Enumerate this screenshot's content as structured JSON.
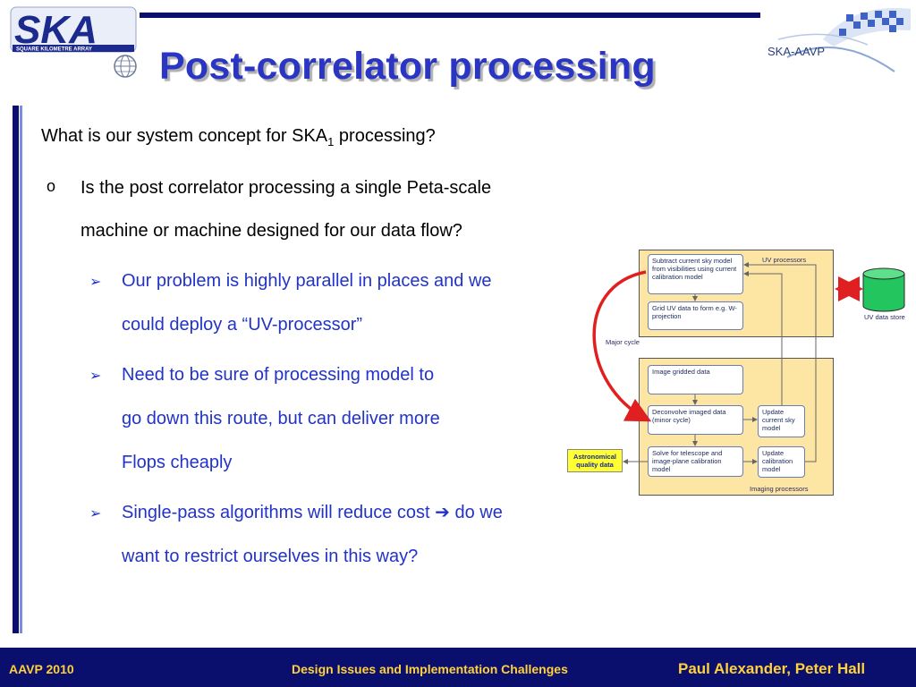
{
  "header": {
    "ska_logo_text": "SKA",
    "ska_logo_subtext": "SQUARE KILOMETRE ARRAY",
    "aavp_logo_text": "SKA-AAVP",
    "title": "Post-correlator processing"
  },
  "content": {
    "question_pre": "What is our system concept for SKA",
    "question_sub": "1",
    "question_post": " processing?",
    "bullet_symbol": "o",
    "bullet1_line1": "Is the post correlator processing a single Peta-scale",
    "bullet1_line2": "machine or machine designed for our data flow?",
    "sub1_line1": "Our problem is highly parallel in places and we",
    "sub1_line2": "could deploy a “UV-processor”",
    "sub2_line1": "Need to be sure of processing model to",
    "sub2_line2": "go down this route, but can deliver more",
    "sub2_line3": "Flops cheaply",
    "sub3_line1_pre": "Single-pass algorithms will reduce cost ",
    "sub3_line1_post": " do we",
    "sub3_line2": "want to restrict ourselves in this way?",
    "sub_bullet_symbol": "➢",
    "inline_arrow": "➔"
  },
  "diagram": {
    "uv_processors_label": "UV processors",
    "imaging_processors_label": "Imaging processors",
    "uv_data_store_label": "UV data store",
    "major_cycle_label": "Major cycle",
    "astro_quality_label": "Astronomical quality data",
    "boxes": {
      "subtract": "Subtract current sky model from visibilities using current calibration model",
      "grid": "Grid UV data to form e.g. W-projection",
      "image": "Image gridded data",
      "deconvolve": "Deconvolve imaged data (minor cycle)",
      "update_sky": "Update current sky model",
      "solve": "Solve for telescope and image-plane calibration model",
      "update_cal": "Update calibration model"
    },
    "colors": {
      "panel": "#fde6a3",
      "store": "#22c55e",
      "arrow_red": "#e02020",
      "quality_box": "#ffff33"
    }
  },
  "footer": {
    "left": "AAVP 2010",
    "center": "Design Issues and Implementation Challenges",
    "right": "Paul Alexander, Peter Hall",
    "bg_color": "#0a0f6e",
    "text_color": "#ffd13a"
  }
}
